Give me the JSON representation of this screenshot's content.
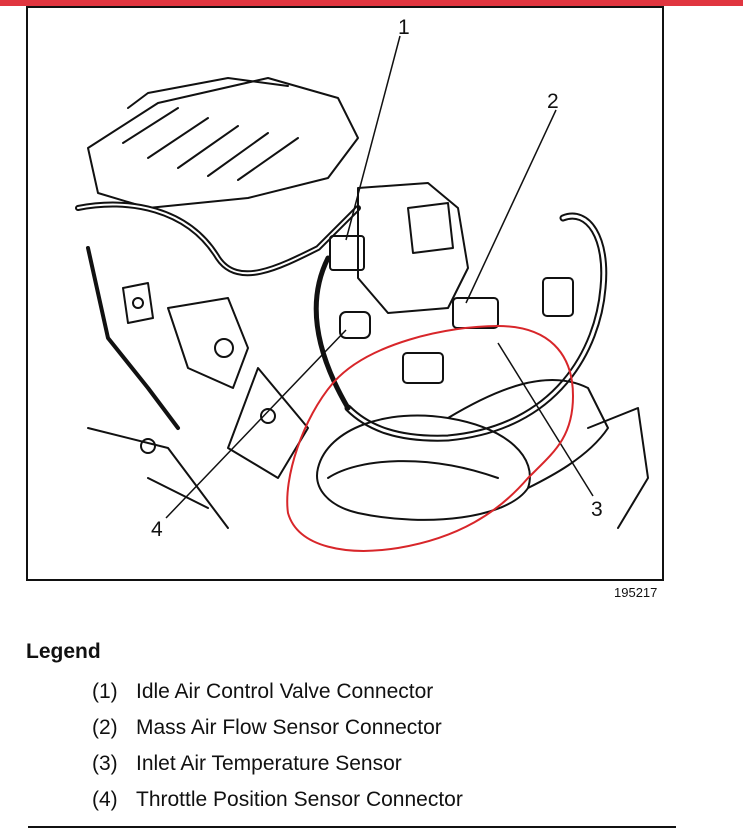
{
  "figure": {
    "callouts": [
      "1",
      "2",
      "3",
      "4"
    ],
    "figure_id": "195217"
  },
  "legend": {
    "title": "Legend",
    "items": [
      {
        "num": "(1)",
        "label": "Idle Air Control Valve Connector"
      },
      {
        "num": "(2)",
        "label": "Mass Air Flow Sensor Connector"
      },
      {
        "num": "(3)",
        "label": "Inlet Air Temperature Sensor"
      },
      {
        "num": "(4)",
        "label": "Throttle Position Sensor Connector"
      }
    ]
  },
  "colors": {
    "accent_bar": "#e0353f",
    "highlight_circle": "#d8262a",
    "line_art": "#111111"
  }
}
